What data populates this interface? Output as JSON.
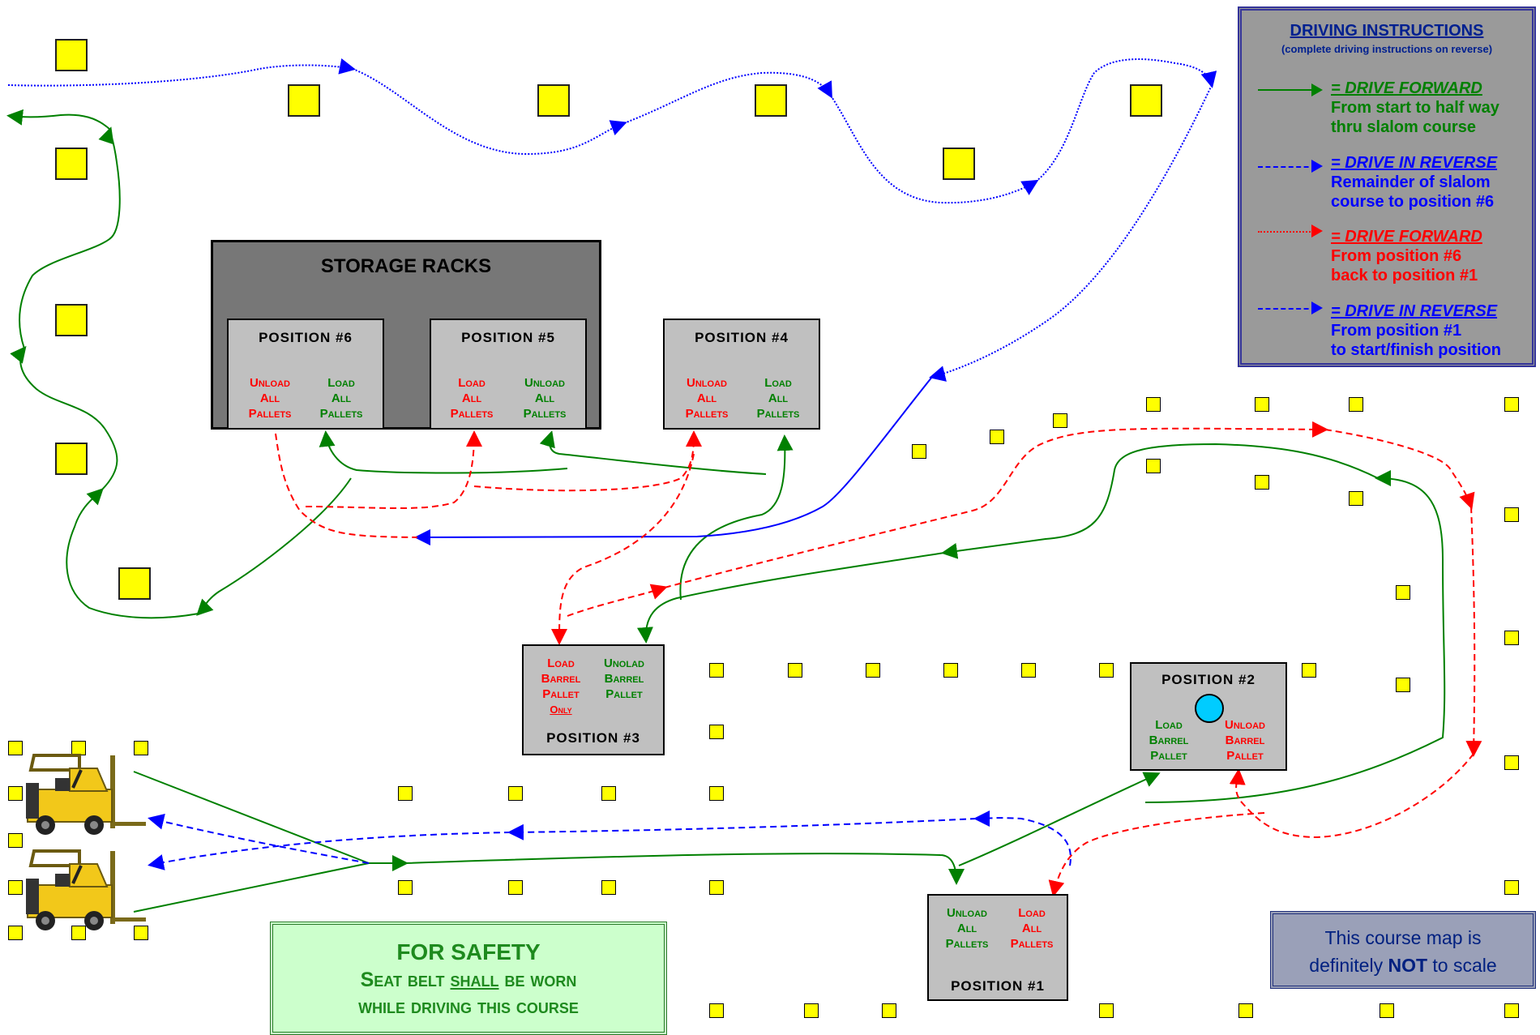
{
  "legend": {
    "title": "DRIVING INSTRUCTIONS",
    "subtitle": "(complete driving instructions on reverse)",
    "items": [
      {
        "mode": "= DRIVE FORWARD",
        "desc1": "From start to half way",
        "desc2": "thru slalom course",
        "color": "#008000"
      },
      {
        "mode": "= DRIVE IN REVERSE",
        "desc1": "Remainder of slalom",
        "desc2": "course to position #6",
        "color": "#0000ff"
      },
      {
        "mode": "= DRIVE FORWARD",
        "desc1": "From position #6",
        "desc2": "back to position #1",
        "color": "#ff0000"
      },
      {
        "mode": "= DRIVE IN REVERSE",
        "desc1": "From position #1",
        "desc2": "to start/finish position",
        "color": "#0000ff"
      }
    ]
  },
  "racks": {
    "title": "STORAGE RACKS"
  },
  "positions": {
    "p6": {
      "title": "POSITION  #6",
      "left": [
        "Unload",
        "All",
        "Pallets"
      ],
      "right": [
        "Load",
        "All",
        "Pallets"
      ]
    },
    "p5": {
      "title": "POSITION  #5",
      "left": [
        "Load",
        "All",
        "Pallets"
      ],
      "right": [
        "Unload",
        "All",
        "Pallets"
      ]
    },
    "p4": {
      "title": "POSITION  #4",
      "left": [
        "Unload",
        "All",
        "Pallets"
      ],
      "right": [
        "Load",
        "All",
        "Pallets"
      ]
    },
    "p3": {
      "title": "POSITION  #3",
      "left": [
        "Load",
        "Barrel",
        "Pallet",
        "Only"
      ],
      "right": [
        "Unolad",
        "Barrel",
        "Pallet"
      ]
    },
    "p2": {
      "title": "POSITION  #2",
      "left": [
        "Load",
        "Barrel",
        "Pallet"
      ],
      "right": [
        "Unload",
        "Barrel",
        "Pallet"
      ]
    },
    "p1": {
      "title": "POSITION  #1",
      "left": [
        "Unload",
        "All",
        "Pallets"
      ],
      "right": [
        "Load",
        "All",
        "Pallets"
      ]
    }
  },
  "safety": {
    "line1": "FOR SAFETY",
    "line2a": "Seat belt ",
    "line2b": "shall",
    "line2c": " be worn",
    "line3": "while driving this course"
  },
  "scale_note": {
    "line1": "This course map is",
    "line2a": "definitely ",
    "line2b": "NOT",
    "line2c": " to scale"
  },
  "colors": {
    "forward": "#008000",
    "reverse": "#0000ff",
    "return": "#ff0000",
    "cone": "#ffff00",
    "box": "#c0c0c0",
    "racks": "#777777",
    "barrel": "#00ccff"
  },
  "icons": [
    "forklift-icon",
    "barrel-icon",
    "cone-marker"
  ]
}
